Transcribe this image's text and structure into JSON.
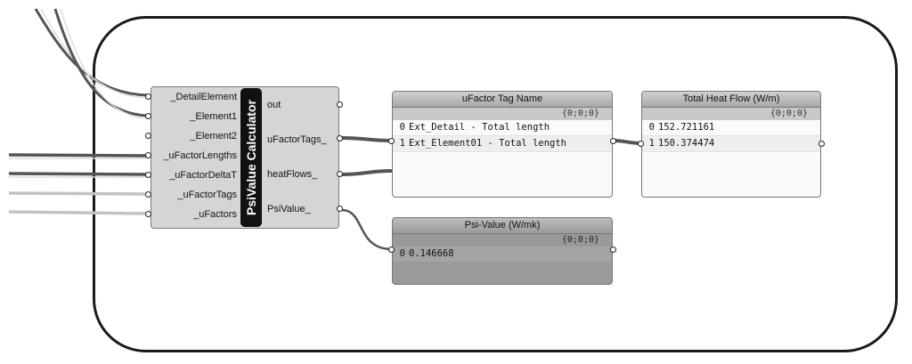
{
  "component": {
    "title": "PsiValue Calculator",
    "inputs": [
      "_DetailElement",
      "_Element1",
      "_Element2",
      "_uFactorLengths",
      "_uFactorDeltaT",
      "_uFactorTags",
      "_uFactors"
    ],
    "outputs": [
      "out",
      "uFactorTags_",
      "heatFlows_",
      "PsiValue_"
    ]
  },
  "panels": {
    "ufactor": {
      "title": "uFactor Tag Name",
      "path": "{0;0;0}",
      "rows": [
        {
          "index": "0",
          "value": "Ext_Detail - Total length"
        },
        {
          "index": "1",
          "value": "Ext_Element01 - Total length"
        }
      ]
    },
    "heatflow": {
      "title": "Total Heat Flow (W/m)",
      "path": "{0;0;0}",
      "rows": [
        {
          "index": "0",
          "value": "152.721161"
        },
        {
          "index": "1",
          "value": "150.374474"
        }
      ]
    },
    "psi": {
      "title": "Psi-Value (W/mk)",
      "path": "{0;0;0}",
      "rows": [
        {
          "index": "0",
          "value": "0.146668"
        }
      ]
    }
  },
  "colors": {
    "wire_dark": "#555555",
    "wire_light": "#c8c8c8",
    "component_bg": "#d5d5d5",
    "title_bar": "#111111"
  }
}
